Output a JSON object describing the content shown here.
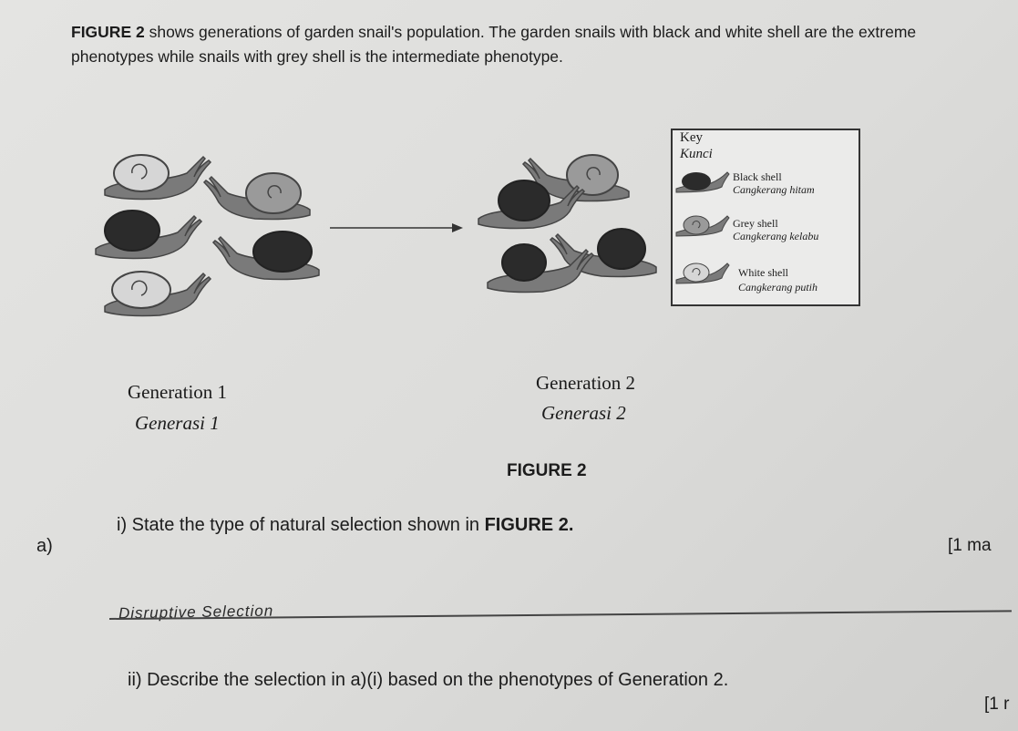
{
  "intro": {
    "figure_ref": "FIGURE 2",
    "text": " shows generations of garden snail's population. The garden snails with black and white shell are the extreme phenotypes while snails with grey shell is the intermediate phenotype."
  },
  "generations": {
    "gen1_en": "Generation 1",
    "gen1_ms": "Generasi 1",
    "gen2_en": "Generation 2",
    "gen2_ms": "Generasi 2"
  },
  "key": {
    "title_en": "Key",
    "title_ms": "Kunci",
    "items": [
      {
        "en": "Black shell",
        "ms": "Cangkerang hitam",
        "color": "#2b2b2b"
      },
      {
        "en": "Grey shell",
        "ms": "Cangkerang kelabu",
        "color": "#7d7d7d"
      },
      {
        "en": "White shell",
        "ms": "Cangkerang putih",
        "color": "#d6d6d6"
      }
    ]
  },
  "figure_caption": "FIGURE 2",
  "question": {
    "letter": "a)",
    "part_i": {
      "prefix": "i) State the type of natural selection shown in ",
      "figure_ref": "FIGURE 2.",
      "marks": "[1 ma"
    },
    "answer_i": "Disruptive   Selection",
    "part_ii": {
      "text": "ii) Describe the selection in a)(i) based on the phenotypes of Generation 2.",
      "marks": "[1 r"
    }
  },
  "colors": {
    "snail_body": "#7a7a7a",
    "black_shell": "#2b2b2b",
    "white_shell": "#d6d6d6"
  }
}
